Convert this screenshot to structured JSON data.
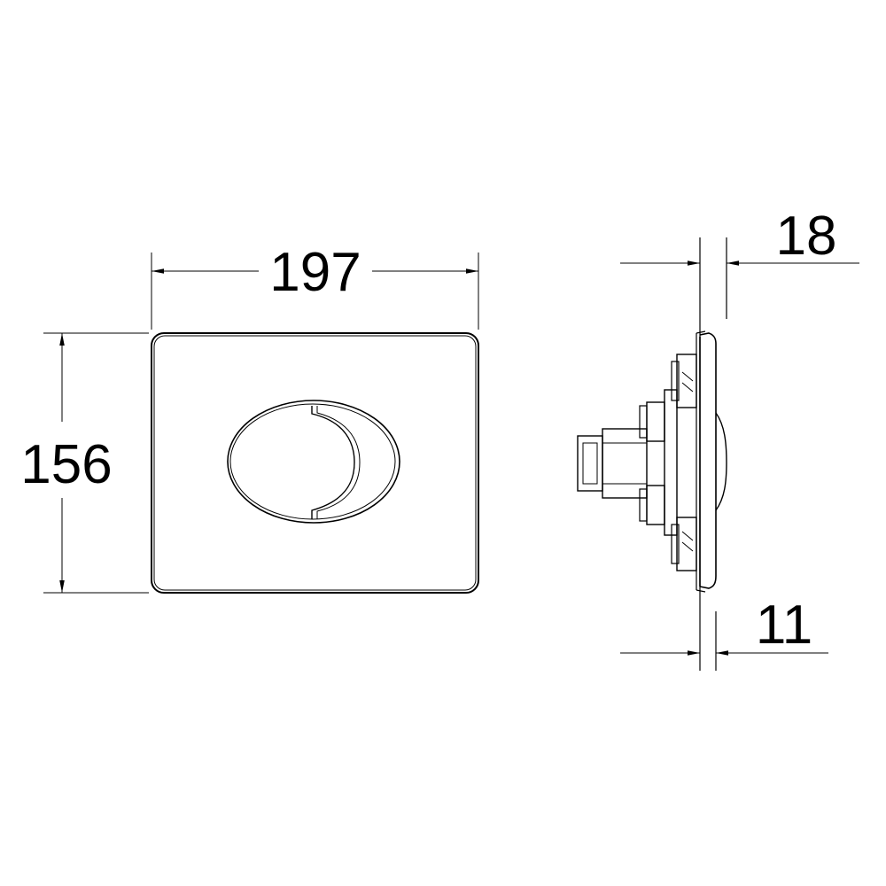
{
  "dimensions": {
    "front_width": "197",
    "front_height": "156",
    "side_total_depth": "18",
    "side_plate_depth": "11"
  },
  "colors": {
    "line": "#000000",
    "background": "#ffffff"
  }
}
